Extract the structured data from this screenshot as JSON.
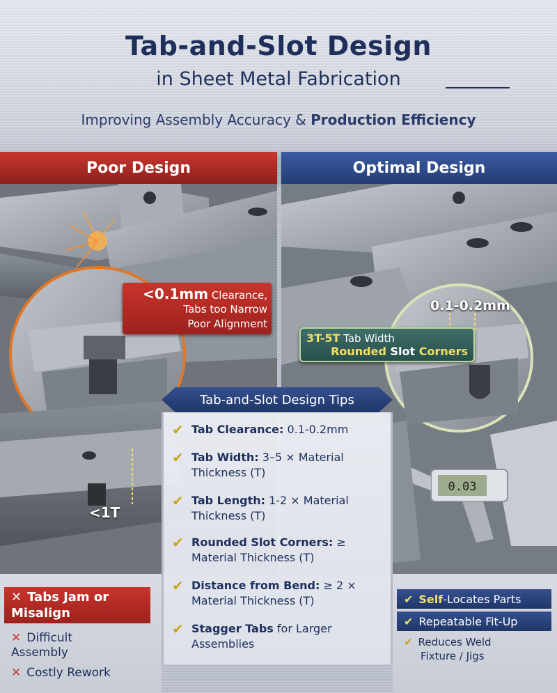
{
  "header": {
    "title": "Tab-and-Slot Design",
    "subtitle": "in Sheet Metal Fabrication",
    "tagline_prefix": "Improving Assembly Accuracy & ",
    "tagline_bold": "Production Efficiency"
  },
  "poor": {
    "banner": "Poor Design",
    "callout_value": "<0.1mm",
    "callout_line1_rest": " Clearance,",
    "callout_line2": "Tabs too Narrow",
    "callout_line3": "Poor Alignment",
    "measure_label": "<1T",
    "issues_boxed": [
      "Tabs Jam or",
      "Misalign"
    ],
    "issues": [
      "Difficult Assembly",
      "Costly Rework"
    ],
    "issue_icon": "✕"
  },
  "optimal": {
    "banner": "Optimal Design",
    "clearance_label": "0.1-0.2mm",
    "callout_line1_bold": "3T-5T",
    "callout_line1_rest": " Tab Width",
    "callout_line2_a": "Rounded ",
    "callout_line2_b": "Slot",
    "callout_line2_c": " Corners",
    "caliper_reading": "0.03",
    "benefits_boxed": [
      {
        "bold": "Self",
        "rest": "-Locates Parts"
      },
      {
        "bold": "",
        "rest": "Repeatable Fit-Up"
      }
    ],
    "benefit_plain_1": "Reduces Weld",
    "benefit_plain_2": "Fixture / Jigs",
    "check_icon": "✔"
  },
  "tips": {
    "heading": "Tab-and-Slot Design Tips",
    "items": [
      {
        "bold": "Tab Clearance:",
        "rest": " 0.1-0.2mm"
      },
      {
        "bold": "Tab Width:",
        "rest": " 3–5 × Material Thickness (T)"
      },
      {
        "bold": "Tab Length:",
        "rest": " 1-2 × Material Thickness (T)"
      },
      {
        "bold": "Rounded Slot Corners:",
        "rest": " ≥ Material Thickness (T)"
      },
      {
        "bold": "Distance from Bend:",
        "rest": " ≥ 2 × Material Thickness (T)"
      },
      {
        "bold": "Stagger Tabs",
        "rest": " for Larger Assemblies"
      }
    ]
  },
  "colors": {
    "navy": "#1e2f5c",
    "red": "#c9342c",
    "blue": "#2c4888",
    "gold": "#c9a520",
    "steel": "#7a8089"
  }
}
